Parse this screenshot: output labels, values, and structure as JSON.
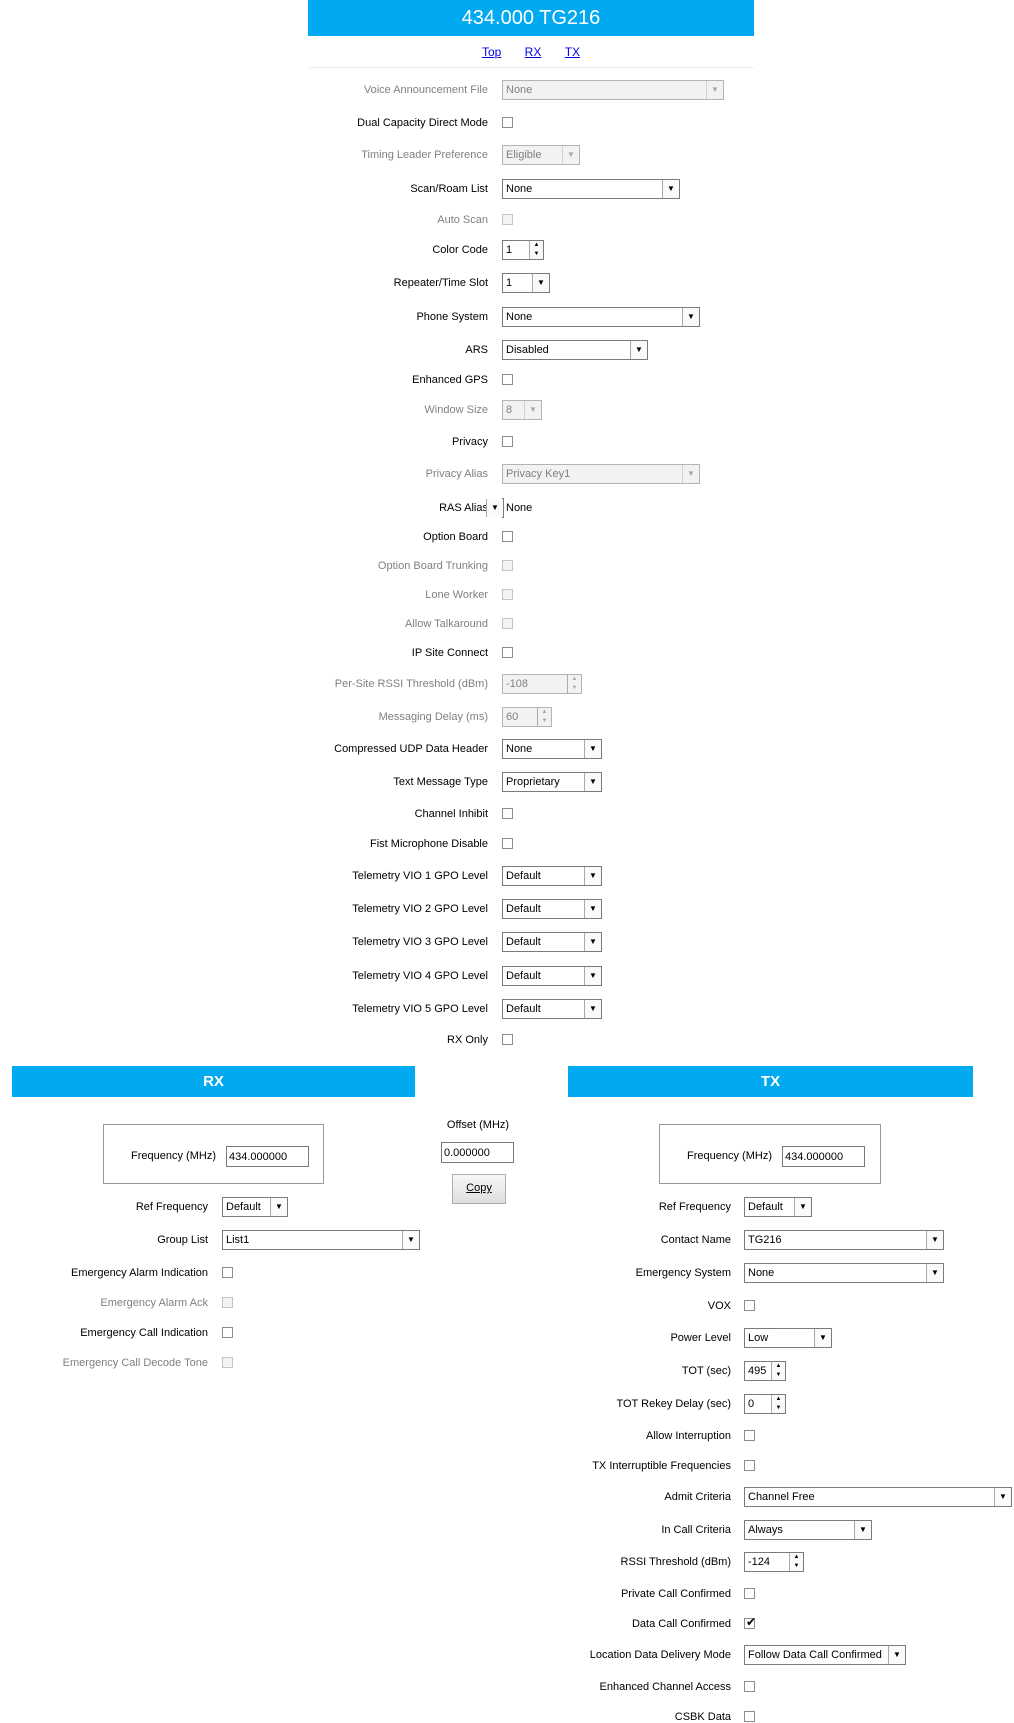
{
  "header": {
    "title": "434.000 TG216"
  },
  "nav": {
    "top": "Top",
    "rx": "RX",
    "tx": "TX"
  },
  "main_fields": [
    {
      "label": "Voice Announcement File",
      "type": "select",
      "value": "None",
      "disabled": true
    },
    {
      "label": "Dual Capacity Direct Mode",
      "type": "checkbox",
      "checked": false,
      "disabled": false
    },
    {
      "label": "Timing Leader Preference",
      "type": "select",
      "value": "Eligible",
      "disabled": true
    },
    {
      "label": "Scan/Roam List",
      "type": "select",
      "value": "None",
      "disabled": false
    },
    {
      "label": "Auto Scan",
      "type": "checkbox",
      "checked": false,
      "disabled": true
    },
    {
      "label": "Color Code",
      "type": "spinner",
      "value": "1",
      "disabled": false
    },
    {
      "label": "Repeater/Time Slot",
      "type": "select",
      "value": "1",
      "disabled": false
    },
    {
      "label": "Phone System",
      "type": "select",
      "value": "None",
      "disabled": false
    },
    {
      "label": "ARS",
      "type": "select",
      "value": "Disabled",
      "disabled": false
    },
    {
      "label": "Enhanced GPS",
      "type": "checkbox",
      "checked": false,
      "disabled": false
    },
    {
      "label": "Window Size",
      "type": "select",
      "value": "8",
      "disabled": true
    },
    {
      "label": "Privacy",
      "type": "checkbox",
      "checked": false,
      "disabled": false
    },
    {
      "label": "Privacy Alias",
      "type": "select",
      "value": "Privacy Key1",
      "disabled": true
    },
    {
      "label": "RAS Alias",
      "type": "select",
      "value": "None",
      "disabled": false
    },
    {
      "label": "Option Board",
      "type": "checkbox",
      "checked": false,
      "disabled": false
    },
    {
      "label": "Option Board Trunking",
      "type": "checkbox",
      "checked": false,
      "disabled": true
    },
    {
      "label": "Lone Worker",
      "type": "checkbox",
      "checked": false,
      "disabled": true
    },
    {
      "label": "Allow Talkaround",
      "type": "checkbox",
      "checked": false,
      "disabled": true
    },
    {
      "label": "IP Site Connect",
      "type": "checkbox",
      "checked": false,
      "disabled": false
    },
    {
      "label": "Per-Site RSSI Threshold (dBm)",
      "type": "spinner",
      "value": "-108",
      "disabled": true
    },
    {
      "label": "Messaging Delay (ms)",
      "type": "spinner",
      "value": "60",
      "disabled": true
    },
    {
      "label": "Compressed UDP Data Header",
      "type": "select",
      "value": "None",
      "disabled": false
    },
    {
      "label": "Text Message Type",
      "type": "select",
      "value": "Proprietary",
      "disabled": false
    },
    {
      "label": "Channel Inhibit",
      "type": "checkbox",
      "checked": false,
      "disabled": false
    },
    {
      "label": "Fist Microphone Disable",
      "type": "checkbox",
      "checked": false,
      "disabled": false
    },
    {
      "label": "Telemetry VIO 1 GPO Level",
      "type": "select",
      "value": "Default",
      "disabled": false
    },
    {
      "label": "Telemetry VIO 2 GPO Level",
      "type": "select",
      "value": "Default",
      "disabled": false
    },
    {
      "label": "Telemetry VIO 3 GPO Level",
      "type": "select",
      "value": "Default",
      "disabled": false
    },
    {
      "label": "Telemetry VIO 4 GPO Level",
      "type": "select",
      "value": "Default",
      "disabled": false
    },
    {
      "label": "Telemetry VIO 5 GPO Level",
      "type": "select",
      "value": "Default",
      "disabled": false
    },
    {
      "label": "RX Only",
      "type": "checkbox",
      "checked": false,
      "disabled": false
    }
  ],
  "rx": {
    "title": "RX",
    "frequency_label": "Frequency (MHz)",
    "frequency": "434.000000",
    "fields": [
      {
        "label": "Ref Frequency",
        "type": "select",
        "value": "Default",
        "disabled": false
      },
      {
        "label": "Group List",
        "type": "select",
        "value": "List1",
        "disabled": false
      },
      {
        "label": "Emergency Alarm Indication",
        "type": "checkbox",
        "checked": false,
        "disabled": false
      },
      {
        "label": "Emergency Alarm Ack",
        "type": "checkbox",
        "checked": false,
        "disabled": true
      },
      {
        "label": "Emergency Call Indication",
        "type": "checkbox",
        "checked": false,
        "disabled": false
      },
      {
        "label": "Emergency Call Decode Tone",
        "type": "checkbox",
        "checked": false,
        "disabled": true
      }
    ]
  },
  "offset": {
    "label": "Offset (MHz)",
    "value": "0.000000",
    "copy_label": "Copy"
  },
  "tx": {
    "title": "TX",
    "frequency_label": "Frequency (MHz)",
    "frequency": "434.000000",
    "fields": [
      {
        "label": "Ref Frequency",
        "type": "select",
        "value": "Default",
        "disabled": false
      },
      {
        "label": "Contact Name",
        "type": "select",
        "value": "TG216",
        "disabled": false
      },
      {
        "label": "Emergency System",
        "type": "select",
        "value": "None",
        "disabled": false
      },
      {
        "label": "VOX",
        "type": "checkbox",
        "checked": false,
        "disabled": false
      },
      {
        "label": "Power Level",
        "type": "select",
        "value": "Low",
        "disabled": false
      },
      {
        "label": "TOT (sec)",
        "type": "spinner",
        "value": "495",
        "disabled": false
      },
      {
        "label": "TOT Rekey Delay (sec)",
        "type": "spinner",
        "value": "0",
        "disabled": false
      },
      {
        "label": "Allow Interruption",
        "type": "checkbox",
        "checked": false,
        "disabled": false
      },
      {
        "label": "TX Interruptible Frequencies",
        "type": "checkbox",
        "checked": false,
        "disabled": false
      },
      {
        "label": "Admit Criteria",
        "type": "select",
        "value": "Channel Free",
        "disabled": false
      },
      {
        "label": "In Call Criteria",
        "type": "select",
        "value": "Always",
        "disabled": false
      },
      {
        "label": "RSSI Threshold (dBm)",
        "type": "spinner",
        "value": "-124",
        "disabled": false
      },
      {
        "label": "Private Call Confirmed",
        "type": "checkbox",
        "checked": false,
        "disabled": false
      },
      {
        "label": "Data Call Confirmed",
        "type": "checkbox",
        "checked": true,
        "disabled": false
      },
      {
        "label": "Location Data Delivery Mode",
        "type": "select",
        "value": "Follow Data Call Confirmed",
        "disabled": false
      },
      {
        "label": "Enhanced Channel Access",
        "type": "checkbox",
        "checked": false,
        "disabled": false
      },
      {
        "label": "CSBK Data",
        "type": "checkbox",
        "checked": false,
        "disabled": false
      }
    ]
  }
}
